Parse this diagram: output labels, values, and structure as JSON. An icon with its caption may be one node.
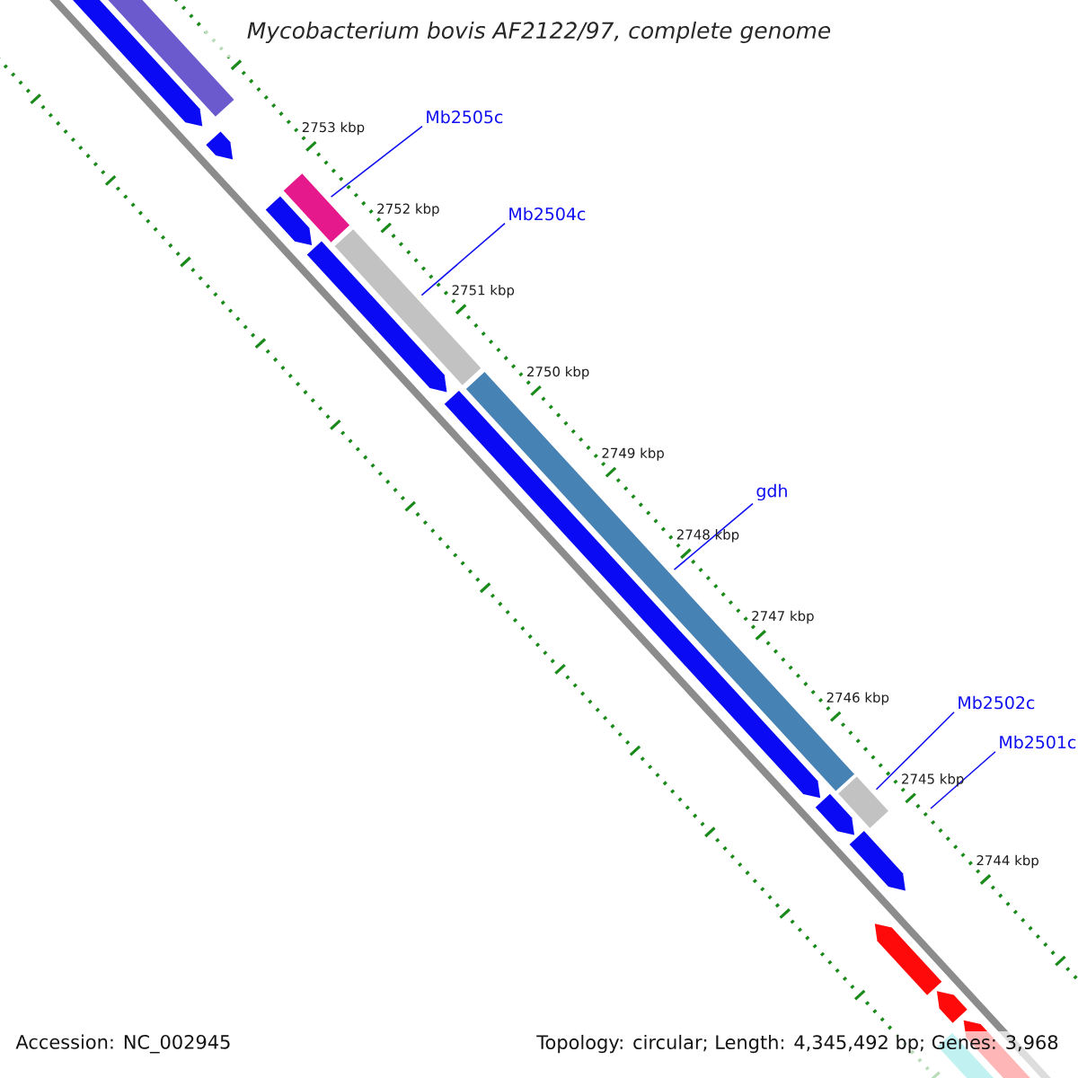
{
  "diagram": {
    "title": "Mycobacterium bovis AF2122/97, complete genome",
    "nodes": [
      {
        "text": [
          "Mb2505c"
        ]
      },
      {
        "text": [],
        "shape": "bar"
      },
      {
        "text": [
          "Mb2504c"
        ]
      },
      {
        "text": [],
        "shape": "bar"
      },
      {
        "text": [
          "gdh"
        ]
      },
      {
        "text": [],
        "shape": "bar"
      },
      {
        "text": [
          "Mb2502c"
        ]
      },
      {
        "text": [],
        "shape": "bar"
      },
      {
        "text": [
          "Mb2501c"
        ]
      }
    ],
    "edges": [
      {
        "from": 0,
        "to": 1,
        "arrow": "none"
      },
      {
        "from": 2,
        "to": 3,
        "arrow": "none"
      },
      {
        "from": 4,
        "to": 5,
        "arrow": "none"
      },
      {
        "from": 6,
        "to": 7,
        "arrow": "none"
      },
      {
        "from": 8,
        "to": null,
        "arrow": "none"
      }
    ],
    "labels": [
      "2753 kbp",
      "2752 kbp",
      "2751 kbp",
      "2750 kbp",
      "2749 kbp",
      "2748 kbp",
      "2747 kbp",
      "2746 kbp",
      "2745 kbp",
      "2744 kbp",
      "Accession: NC_002945",
      "Topology: circular; Length: 4,345,492 bp; Genes: 3,968"
    ]
  }
}
